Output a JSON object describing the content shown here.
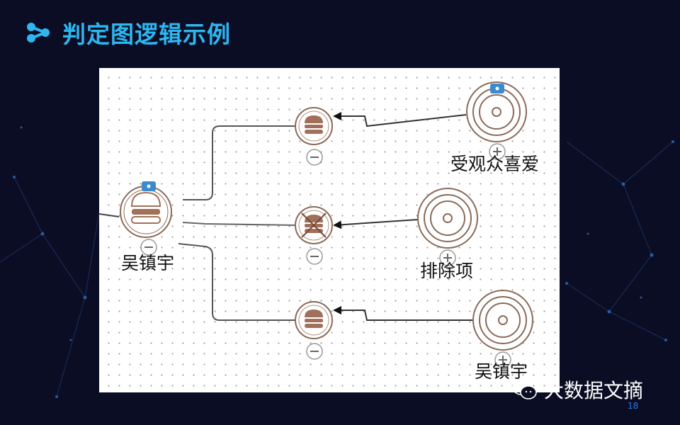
{
  "slide": {
    "title": "判定图逻辑示例",
    "page_number": "18"
  },
  "diagram": {
    "nodes": {
      "root_label": "吴镇宇",
      "source_top_label": "受观众喜爱",
      "source_mid_label": "排除项",
      "source_bottom_label": "吴镇宇"
    }
  },
  "watermark": {
    "text": "大数据文摘"
  },
  "colors": {
    "background": "#0b0d24",
    "title": "#2db6f0",
    "node_ring": "#8a6a58",
    "node_fill": "#a0705a",
    "badge": "#3a8ad0",
    "page_number": "#2b78e4"
  }
}
